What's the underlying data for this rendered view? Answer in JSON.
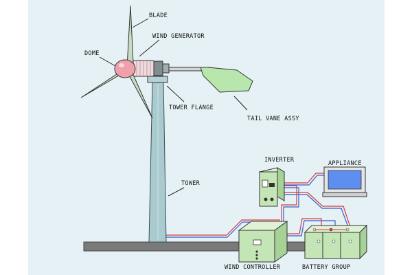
{
  "labels": {
    "blade": "BLADE",
    "wind_generator": "WIND GENERATOR",
    "dome": "DOME",
    "tower_flange": "TOWER FLANGE",
    "tail_vane": "TAIL VANE ASSY",
    "tower": "TOWER",
    "inverter": "INVERTER",
    "appliance": "APPLIANCE",
    "wind_controller": "WIND CONTROLLER",
    "battery_group": "BATTERY GROUP"
  },
  "colors": {
    "background": "#ffffff",
    "panel": "#e6f1f6",
    "tower": "#a9cbd0",
    "blade": "#c8dcc4",
    "tail_vane": "#b9e6ac",
    "dome": "#f0a0ac",
    "generator": "#f3d9dc",
    "equipment": "#c4e6b6",
    "screen": "#5d8ef0",
    "wire_red": "#d23b3b",
    "wire_blue": "#3b59c8",
    "base": "#777777"
  }
}
